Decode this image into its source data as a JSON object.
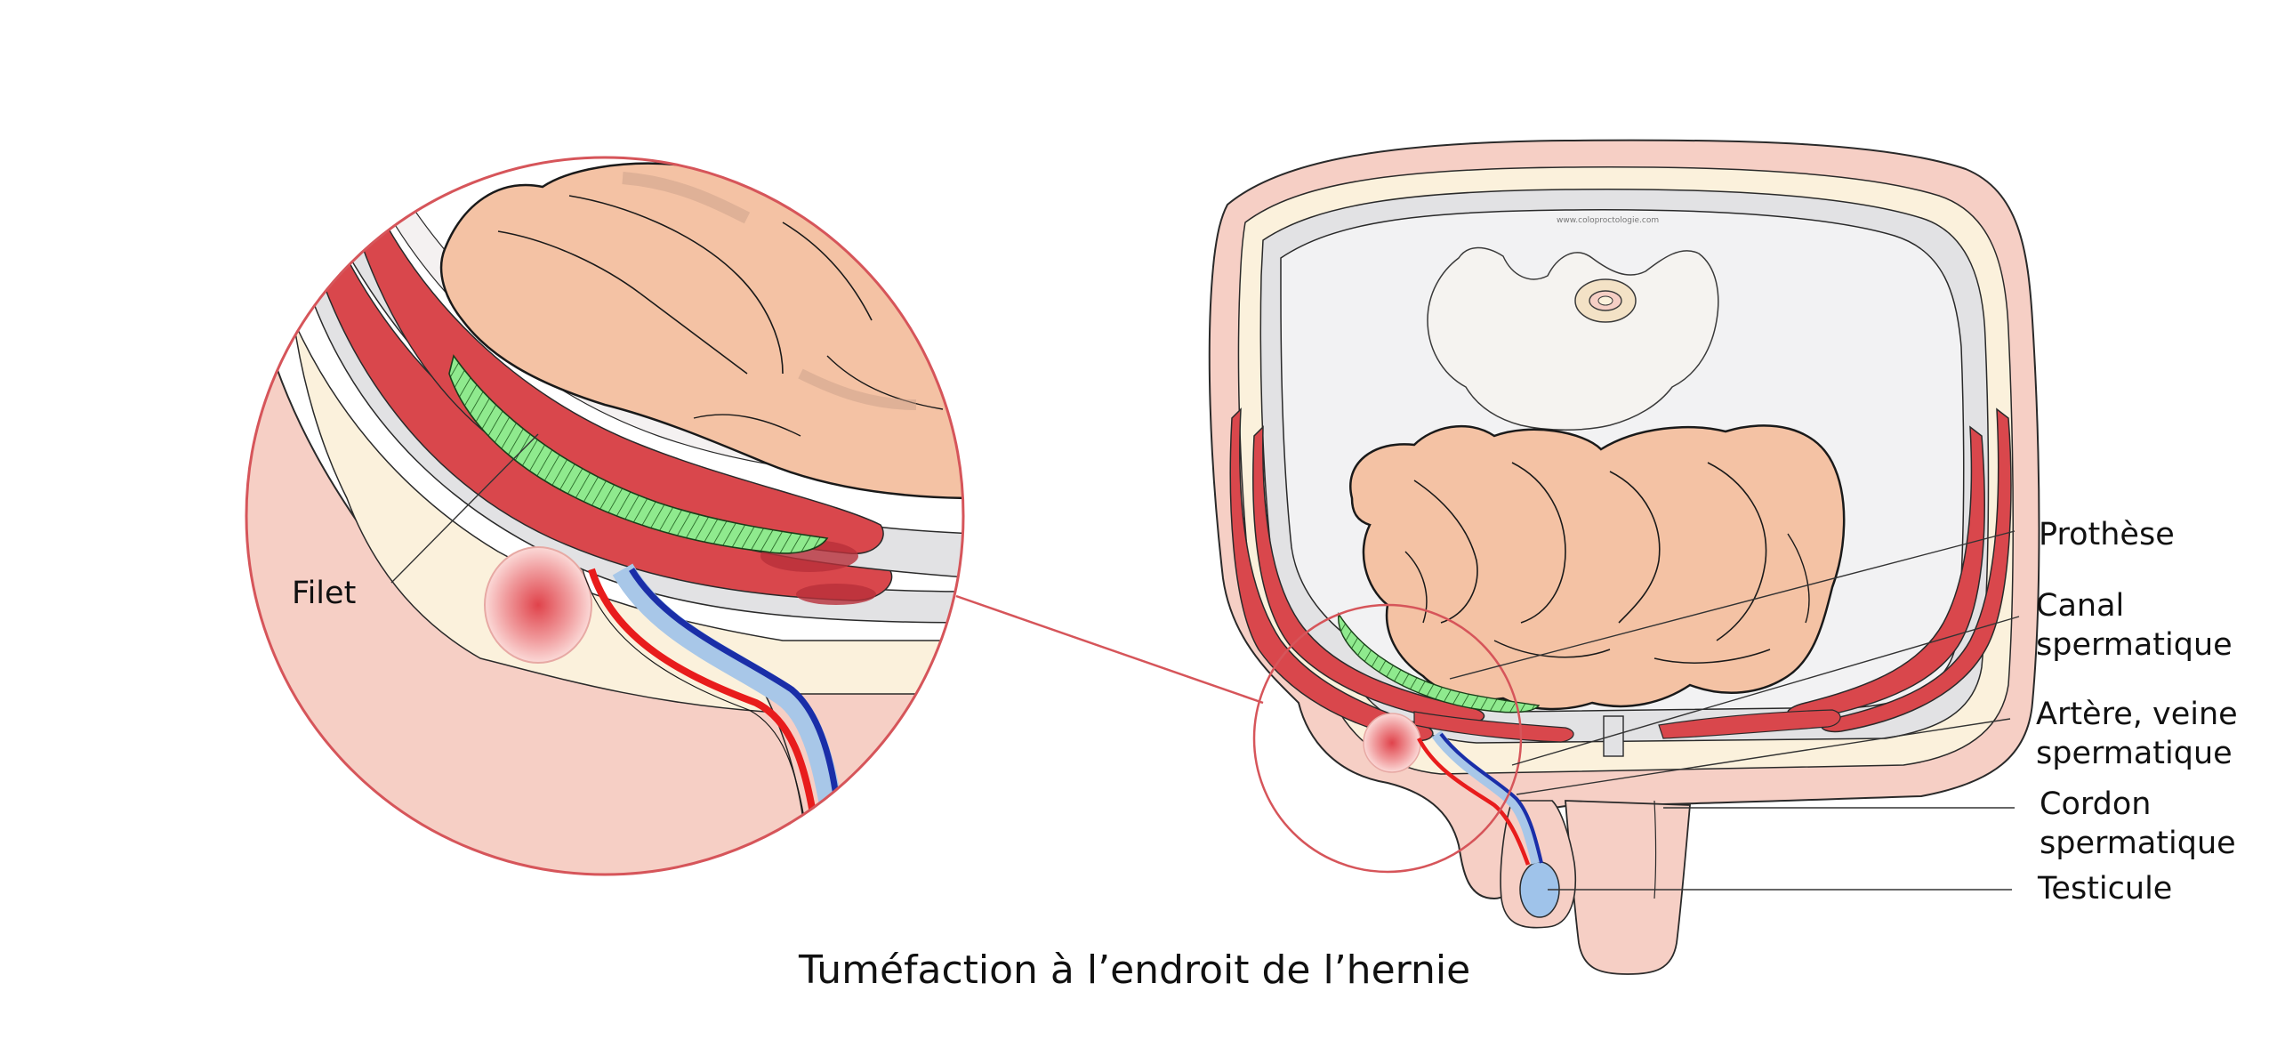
{
  "watermark": "www.coloproctologie.com",
  "callouts": {
    "filet": "Filet",
    "prothese": "Prothèse",
    "canal": [
      "Canal",
      "spermatique"
    ],
    "artere": [
      "Artère, veine",
      "spermatique"
    ],
    "cordon": [
      "Cordon",
      "spermatique"
    ],
    "testicule": "Testicule"
  },
  "caption": "Tuméfaction à l’endroit de l’hernie",
  "colors": {
    "skin": "#f6cfc5",
    "fat": "#fbf1dc",
    "muscle": "#d9474c",
    "fascia": "#e2e2e4",
    "intestine": "#f4c2a4",
    "mesh": "#8fea8e",
    "artery": "#e81c1c",
    "vein": "#1a2ea8",
    "testicle": "#9fc3ea",
    "zoom_ring": "#d6555a"
  }
}
